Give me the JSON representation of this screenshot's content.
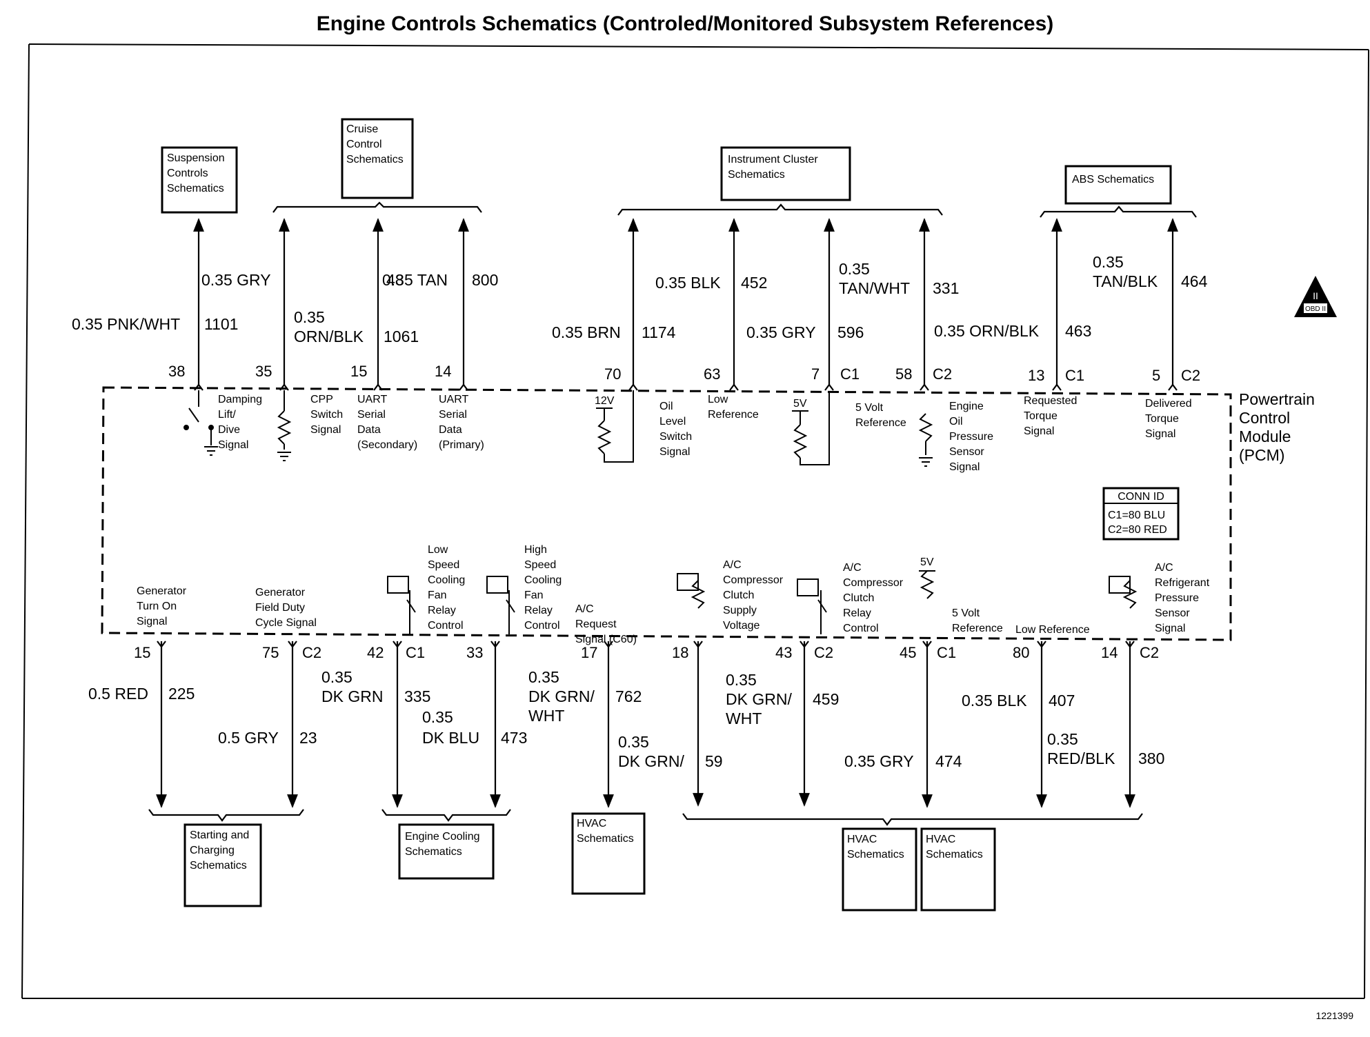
{
  "title": "Engine Controls Schematics (Controled/Monitored Subsystem References)",
  "document_number": "1221399",
  "obd_badge": {
    "top": "II",
    "bottom": "OBD II"
  },
  "pcm": {
    "label": [
      "Powertrain",
      "Control",
      "Module",
      "(PCM)"
    ]
  },
  "conn_id": {
    "title": "CONN ID",
    "lines": [
      "C1=80 BLU",
      "C2=80 RED"
    ]
  },
  "top_boxes": [
    {
      "id": "suspension",
      "lines": [
        "Suspension",
        "Controls",
        "Schematics"
      ]
    },
    {
      "id": "cruise",
      "lines": [
        "Cruise",
        "Control",
        "Schematics"
      ]
    },
    {
      "id": "instrument",
      "lines": [
        "Instrument Cluster",
        "Schematics"
      ]
    },
    {
      "id": "abs",
      "lines": [
        "ABS Schematics"
      ]
    }
  ],
  "bottom_boxes": [
    {
      "id": "starting",
      "lines": [
        "Starting and",
        "Charging",
        "Schematics"
      ]
    },
    {
      "id": "cooling",
      "lines": [
        "Engine Cooling",
        "Schematics"
      ]
    },
    {
      "id": "hvac1",
      "lines": [
        "HVAC",
        "Schematics"
      ]
    },
    {
      "id": "hvac2",
      "lines": [
        "HVAC",
        "Schematics"
      ]
    },
    {
      "id": "hvac3",
      "lines": [
        "HVAC",
        "Schematics"
      ]
    }
  ],
  "top_circuits": [
    {
      "pin": "38",
      "conn": "",
      "color_lines": [
        "0.35 PNK/WHT"
      ],
      "circuit": "1101",
      "function": [
        "Damping",
        "Lift/",
        "Dive",
        "Signal"
      ]
    },
    {
      "pin": "35",
      "conn": "",
      "color_lines": [
        "0.35",
        "ORN/BLK"
      ],
      "circuit": "1061",
      "function": [
        "CPP",
        "Switch",
        "Signal"
      ]
    },
    {
      "pin": "15",
      "conn": "",
      "color_lines": [
        "0.35 GRY"
      ],
      "circuit": "48",
      "function": [
        "UART",
        "Serial",
        "Data",
        "(Secondary)"
      ]
    },
    {
      "pin": "14",
      "conn": "",
      "color_lines": [
        "0.35 TAN"
      ],
      "circuit": "800",
      "function": [
        "UART",
        "Serial",
        "Data",
        "(Primary)"
      ]
    },
    {
      "pin": "70",
      "conn": "",
      "color_lines": [
        "0.35 BRN"
      ],
      "circuit": "1174",
      "function": [
        "Oil",
        "Level",
        "Switch",
        "Signal"
      ]
    },
    {
      "pin": "63",
      "conn": "",
      "color_lines": [
        "0.35 BLK"
      ],
      "circuit": "452",
      "function": [
        "Low",
        "Reference"
      ]
    },
    {
      "pin": "7",
      "conn": "C1",
      "color_lines": [
        "0.35 GRY"
      ],
      "circuit": "596",
      "function": [
        "5 Volt",
        "Reference"
      ]
    },
    {
      "pin": "58",
      "conn": "C2",
      "color_lines": [
        "0.35",
        "TAN/WHT"
      ],
      "circuit": "331",
      "function": [
        "Engine",
        "Oil",
        "Pressure",
        "Sensor",
        "Signal"
      ]
    },
    {
      "pin": "13",
      "conn": "C1",
      "color_lines": [
        "0.35 ORN/BLK"
      ],
      "circuit": "463",
      "function": [
        "Requested",
        "Torque",
        "Signal"
      ]
    },
    {
      "pin": "5",
      "conn": "C2",
      "color_lines": [
        "0.35",
        "TAN/BLK"
      ],
      "circuit": "464",
      "function": [
        "Delivered",
        "Torque",
        "Signal"
      ]
    }
  ],
  "bottom_circuits": [
    {
      "pin": "15",
      "conn": "",
      "color_lines": [
        "0.5 RED"
      ],
      "circuit": "225",
      "function": [
        "Generator",
        "Turn On",
        "Signal"
      ]
    },
    {
      "pin": "75",
      "conn": "C2",
      "color_lines": [
        "0.5 GRY"
      ],
      "circuit": "23",
      "function": [
        "Generator",
        "Field Duty",
        "Cycle Signal"
      ]
    },
    {
      "pin": "42",
      "conn": "C1",
      "color_lines": [
        "0.35",
        "DK GRN"
      ],
      "circuit": "335",
      "function": [
        "Low",
        "Speed",
        "Cooling",
        "Fan",
        "Relay",
        "Control"
      ]
    },
    {
      "pin": "33",
      "conn": "",
      "color_lines": [
        "0.35",
        "DK BLU"
      ],
      "circuit": "473",
      "function": [
        "High",
        "Speed",
        "Cooling",
        "Fan",
        "Relay",
        "Control"
      ]
    },
    {
      "pin": "17",
      "conn": "",
      "color_lines": [
        "0.35",
        "DK GRN/",
        "WHT"
      ],
      "circuit": "762",
      "function": [
        "A/C",
        "Request",
        "Signal (C60)"
      ]
    },
    {
      "pin": "18",
      "conn": "",
      "color_lines": [
        "0.35",
        "DK GRN/"
      ],
      "circuit": "59",
      "function": [
        "A/C",
        "Compressor",
        "Clutch",
        "Supply",
        "Voltage"
      ]
    },
    {
      "pin": "43",
      "conn": "C2",
      "color_lines": [
        "0.35",
        "DK GRN/",
        "WHT"
      ],
      "circuit": "459",
      "function": [
        "A/C",
        "Compressor",
        "Clutch",
        "Relay",
        "Control"
      ]
    },
    {
      "pin": "45",
      "conn": "C1",
      "color_lines": [
        "0.35 GRY"
      ],
      "circuit": "474",
      "function": [
        "5 Volt",
        "Reference"
      ]
    },
    {
      "pin": "80",
      "conn": "",
      "color_lines": [
        "0.35 BLK"
      ],
      "circuit": "407",
      "function": [
        "Low Reference"
      ]
    },
    {
      "pin": "14",
      "conn": "C2",
      "color_lines": [
        "0.35",
        "RED/BLK"
      ],
      "circuit": "380",
      "function": [
        "A/C",
        "Refrigerant",
        "Pressure",
        "Sensor",
        "Signal"
      ]
    }
  ],
  "voltage_tags": [
    "12V",
    "5V",
    "5V"
  ]
}
